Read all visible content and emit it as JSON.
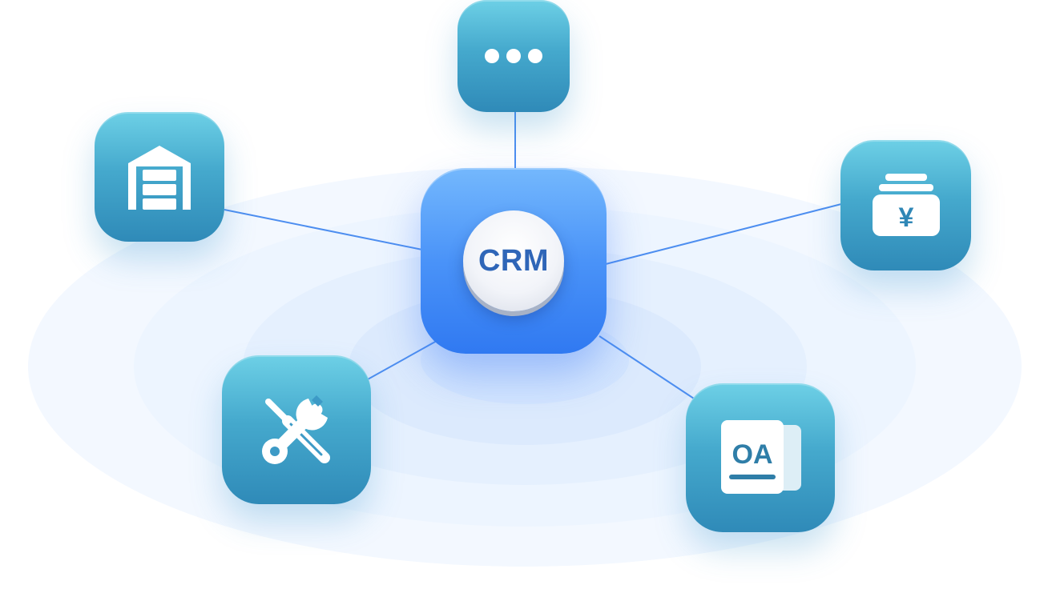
{
  "hub": {
    "label": "CRM",
    "icon": "crm-disc"
  },
  "nodes": {
    "more": {
      "icon": "more-dots-icon"
    },
    "warehouse": {
      "icon": "warehouse-icon"
    },
    "finance": {
      "icon": "money-stack-icon",
      "symbol": "¥"
    },
    "tools": {
      "icon": "tools-icon"
    },
    "oa": {
      "icon": "oa-document-icon",
      "label": "OA"
    }
  },
  "colors": {
    "hub_gradient_top": "#74b8fd",
    "hub_gradient_bottom": "#3079f1",
    "tile_gradient_top": "#6dd0e6",
    "tile_gradient_bottom": "#2f8ab8",
    "link_line": "#4d8ef0",
    "ring_fill": "#eaf3ff"
  }
}
